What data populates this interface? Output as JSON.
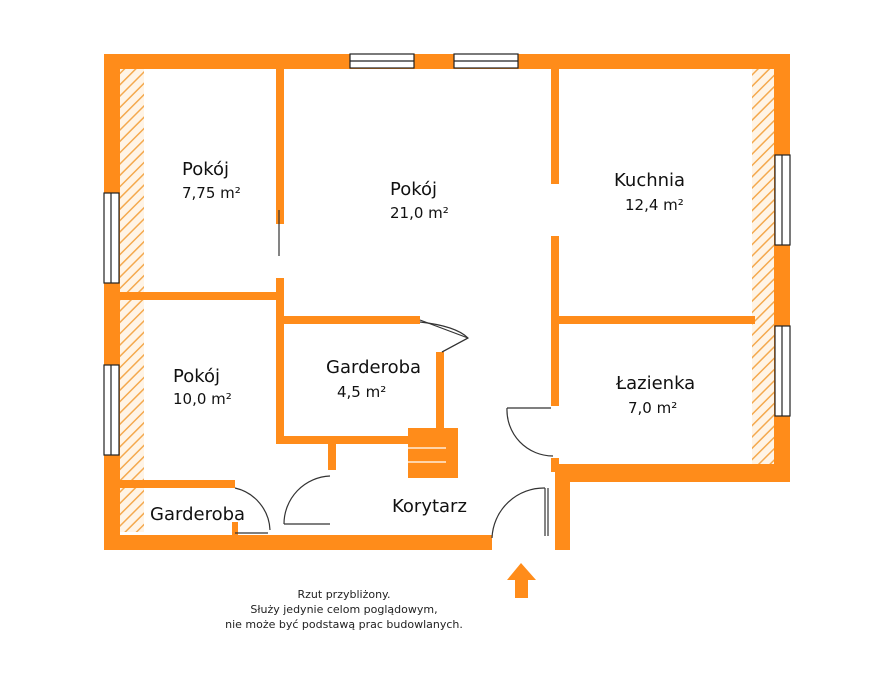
{
  "colors": {
    "wall": "#ff8c1a",
    "hatch": "#f4a94e",
    "window_glass": "#ffffff",
    "door_swing": "#333333",
    "text": "#111111"
  },
  "rooms": [
    {
      "id": "pokoj-small",
      "name": "Pokój",
      "area": "7,75 m²"
    },
    {
      "id": "pokoj-large",
      "name": "Pokój",
      "area": "21,0 m²"
    },
    {
      "id": "kuchnia",
      "name": "Kuchnia",
      "area": "12,4 m²"
    },
    {
      "id": "pokoj-lower",
      "name": "Pokój",
      "area": "10,0 m²"
    },
    {
      "id": "garderoba-center",
      "name": "Garderoba",
      "area": "4,5 m²"
    },
    {
      "id": "lazienka",
      "name": "Łazienka",
      "area": "7,0 m²"
    },
    {
      "id": "garderoba-small",
      "name": "Garderoba",
      "area": ""
    },
    {
      "id": "korytarz",
      "name": "Korytarz",
      "area": ""
    }
  ],
  "entrance_icon": "arrow-up-icon",
  "note": {
    "line1": "Rzut przybliżony.",
    "line2": "Służy jedynie celom poglądowym,",
    "line3": "nie może być podstawą prac budowlanych."
  }
}
